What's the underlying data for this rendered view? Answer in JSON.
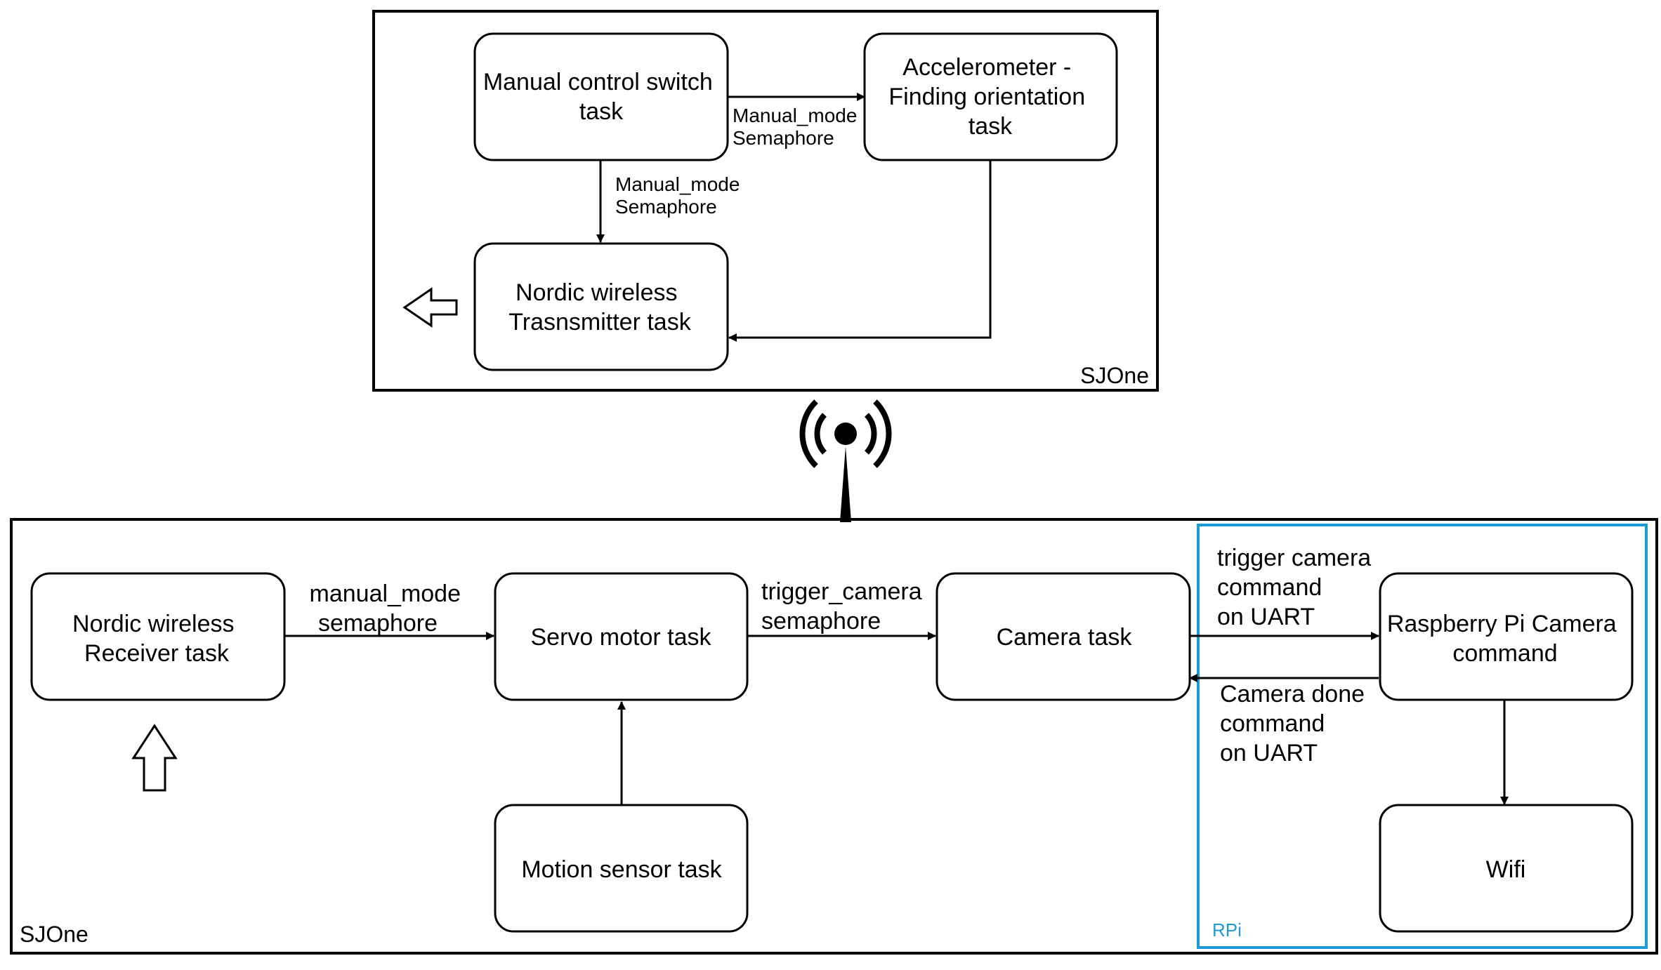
{
  "frames": {
    "top": {
      "label": "SJOne"
    },
    "bottom": {
      "label": "SJOne"
    },
    "rpi": {
      "label": "RPi",
      "color": "#1a9ad6"
    }
  },
  "nodes": {
    "manual_switch": {
      "lines": [
        "Manual control switch",
        "task"
      ]
    },
    "accelerometer": {
      "lines": [
        "Accelerometer -",
        "Finding orientation",
        "task"
      ]
    },
    "transmitter": {
      "lines": [
        "Nordic wireless",
        "Trasnsmitter task"
      ]
    },
    "receiver": {
      "lines": [
        "Nordic wireless",
        "Receiver task"
      ]
    },
    "servo": {
      "lines": [
        "Servo motor task"
      ]
    },
    "camera": {
      "lines": [
        "Camera task"
      ]
    },
    "motion": {
      "lines": [
        "Motion sensor task"
      ]
    },
    "rpi_camera": {
      "lines": [
        "Raspberry Pi Camera",
        "command"
      ]
    },
    "wifi": {
      "lines": [
        "Wifi"
      ]
    }
  },
  "edges": {
    "switch_to_accel": {
      "lines": [
        "Manual_mode",
        "Semaphore"
      ]
    },
    "switch_to_transmitter": {
      "lines": [
        "Manual_mode",
        "Semaphore"
      ]
    },
    "receiver_to_servo": {
      "lines": [
        "manual_mode",
        "semaphore"
      ]
    },
    "servo_to_camera": {
      "lines": [
        "trigger_camera",
        "semaphore"
      ]
    },
    "camera_to_rpi": {
      "lines": [
        "trigger camera",
        "command",
        "on UART"
      ]
    },
    "rpi_to_camera": {
      "lines": [
        "Camera done",
        "command",
        "on UART"
      ]
    }
  },
  "icons": {
    "wireless": "wireless-antenna-icon",
    "transmit_arrow": "arrow-left-icon",
    "receive_arrow": "arrow-up-icon"
  }
}
